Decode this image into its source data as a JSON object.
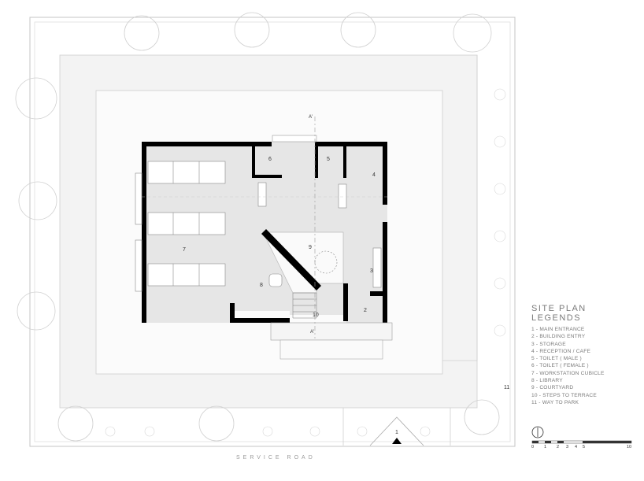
{
  "legend": {
    "title": "SITE PLAN",
    "subtitle": "LEGENDS",
    "items": [
      "1 - MAIN ENTRANCE",
      "2 - BUILDING ENTRY",
      "3 - STORAGE",
      "4 - RECEPTION / CAFE",
      "5 - TOILET ( MALE )",
      "6 - TOILET ( FEMALE )",
      "7 - WORKSTATION CUBICLE",
      "8 - LIBRARY",
      "9 - COURTYARD",
      "10 - STEPS TO TERRACE",
      "11 - WAY TO PARK"
    ]
  },
  "road_label": "SERVICE ROAD",
  "section_marks": {
    "top": "A'",
    "bottom": "A'"
  },
  "room_labels": {
    "main_entrance": "1",
    "building_entry": "2",
    "storage": "3",
    "reception": "4",
    "toilet_male": "5",
    "toilet_female": "6",
    "workstation": "7",
    "library": "8",
    "courtyard": "9",
    "steps": "10",
    "park": "11"
  },
  "scale_bar": {
    "ticks": [
      "0",
      "1",
      "2",
      "3",
      "4",
      "5",
      "10"
    ]
  },
  "colors": {
    "wall": "#000000",
    "floor": "#e3e3e3",
    "line": "#b8b8b8",
    "text": "#7a7a7a"
  }
}
